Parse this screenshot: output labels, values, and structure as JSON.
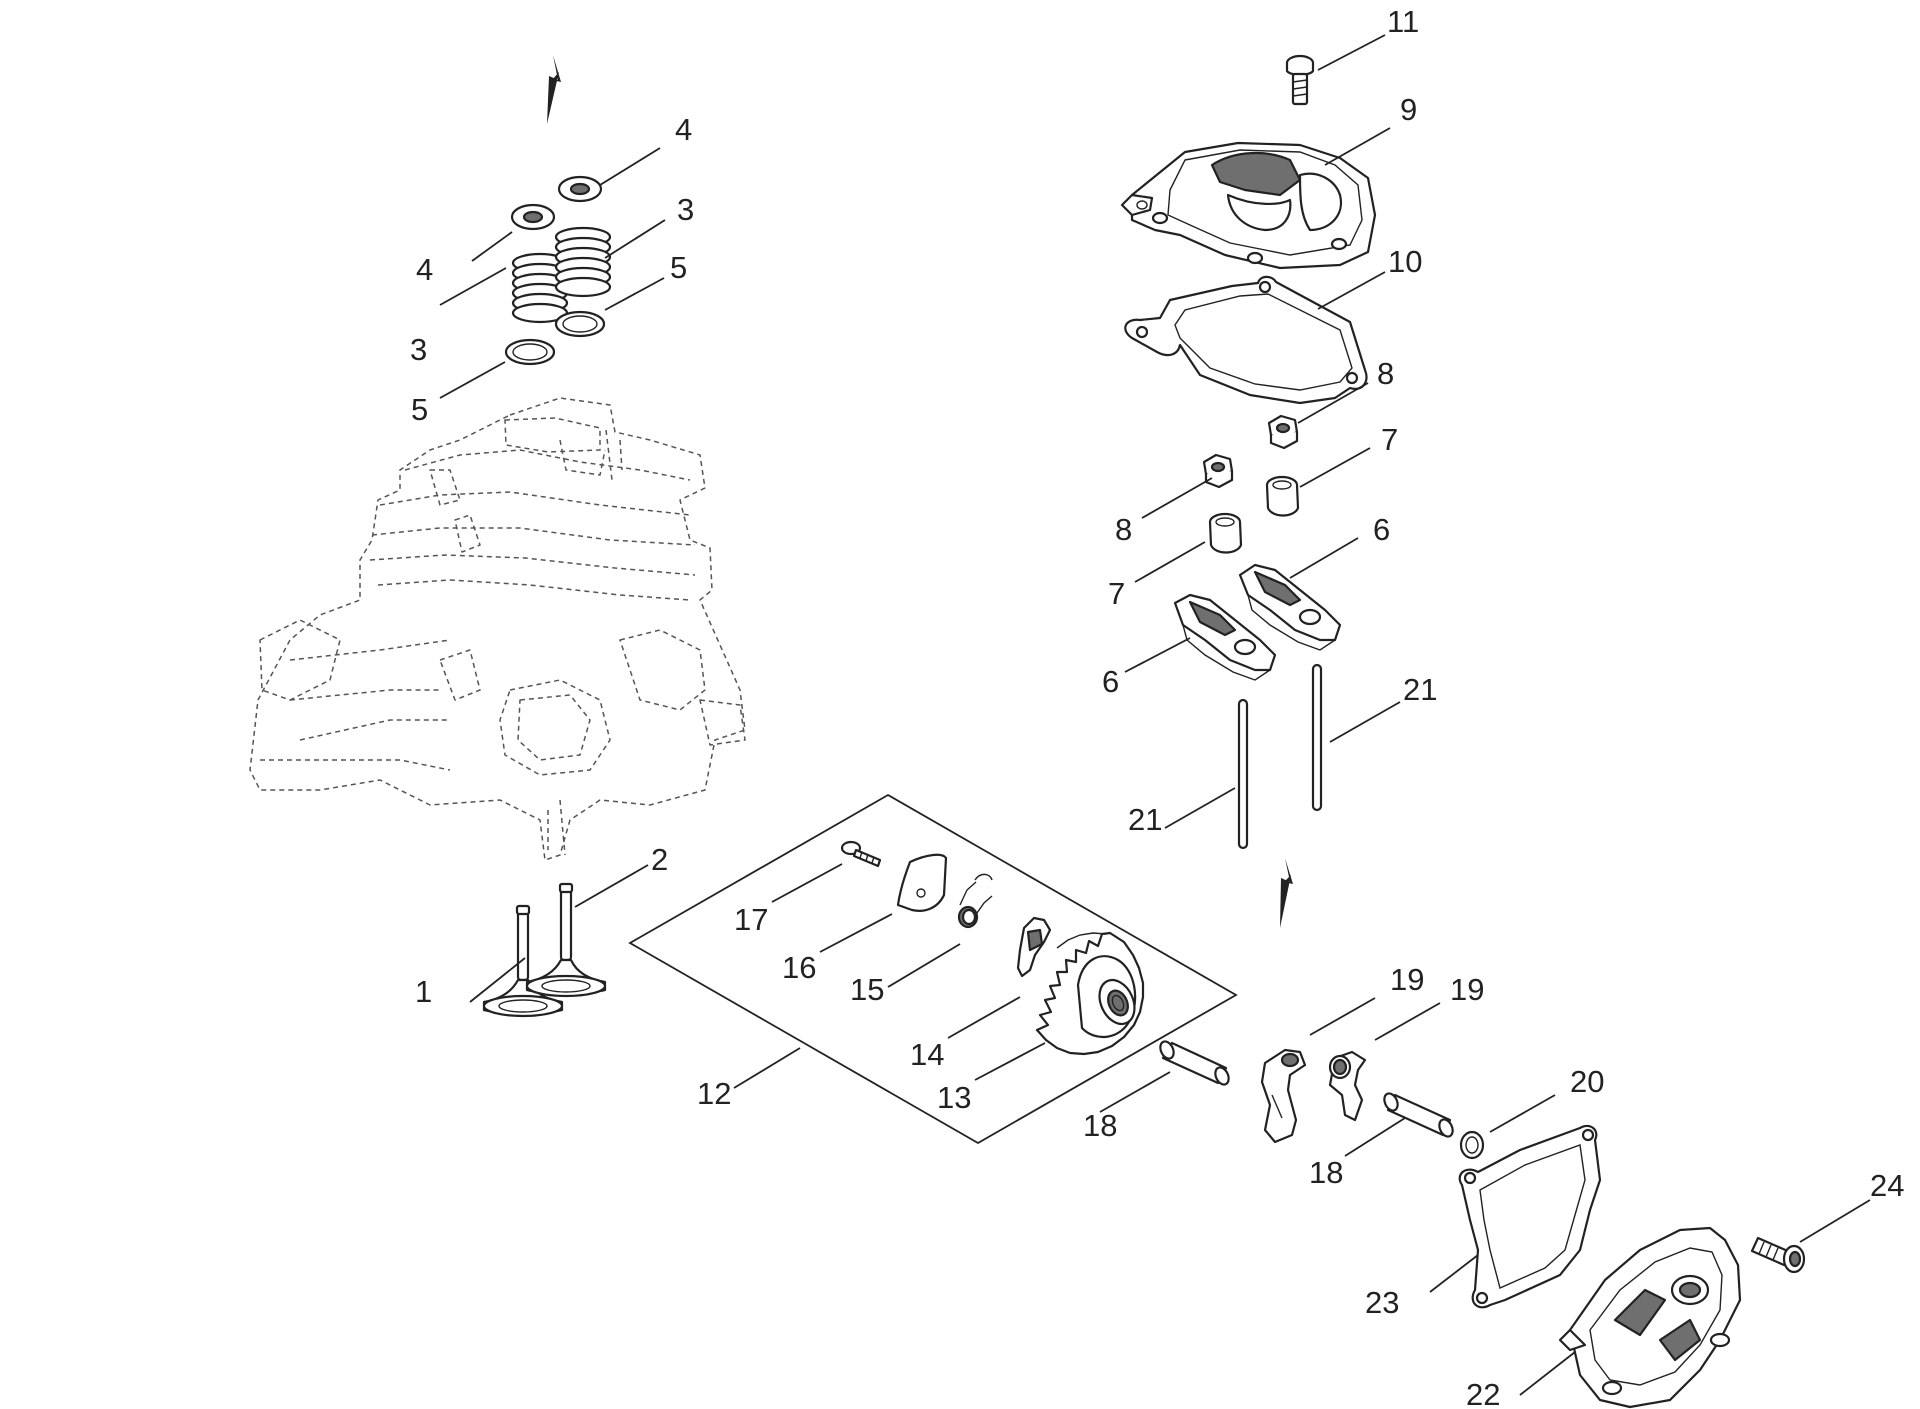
{
  "callouts": [
    {
      "id": "c1",
      "label": "1"
    },
    {
      "id": "c2",
      "label": "2"
    },
    {
      "id": "c3a",
      "label": "3"
    },
    {
      "id": "c3b",
      "label": "3"
    },
    {
      "id": "c4a",
      "label": "4"
    },
    {
      "id": "c4b",
      "label": "4"
    },
    {
      "id": "c5a",
      "label": "5"
    },
    {
      "id": "c5b",
      "label": "5"
    },
    {
      "id": "c6a",
      "label": "6"
    },
    {
      "id": "c6b",
      "label": "6"
    },
    {
      "id": "c7a",
      "label": "7"
    },
    {
      "id": "c7b",
      "label": "7"
    },
    {
      "id": "c8a",
      "label": "8"
    },
    {
      "id": "c8b",
      "label": "8"
    },
    {
      "id": "c9",
      "label": "9"
    },
    {
      "id": "c10",
      "label": "10"
    },
    {
      "id": "c11",
      "label": "11"
    },
    {
      "id": "c12",
      "label": "12"
    },
    {
      "id": "c13",
      "label": "13"
    },
    {
      "id": "c14",
      "label": "14"
    },
    {
      "id": "c15",
      "label": "15"
    },
    {
      "id": "c16",
      "label": "16"
    },
    {
      "id": "c17",
      "label": "17"
    },
    {
      "id": "c18a",
      "label": "18"
    },
    {
      "id": "c18b",
      "label": "18"
    },
    {
      "id": "c19a",
      "label": "19"
    },
    {
      "id": "c19b",
      "label": "19"
    },
    {
      "id": "c20",
      "label": "20"
    },
    {
      "id": "c21a",
      "label": "21"
    },
    {
      "id": "c21b",
      "label": "21"
    },
    {
      "id": "c22",
      "label": "22"
    },
    {
      "id": "c23",
      "label": "23"
    },
    {
      "id": "c24",
      "label": "24"
    }
  ],
  "colors": {
    "line": "#222222",
    "background": "#ffffff",
    "shade": "#6f6f6f"
  }
}
